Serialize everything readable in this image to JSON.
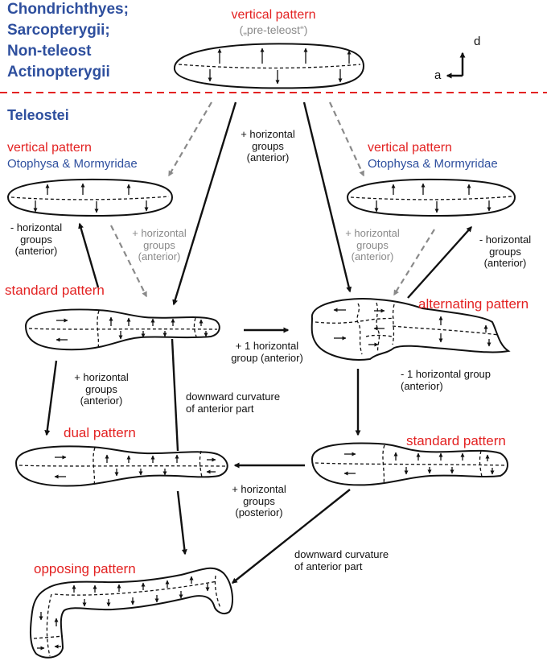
{
  "taxa_header": {
    "line1": "Chondrichthyes;",
    "line2": "Sarcopterygii;",
    "line3": "Non-teleost",
    "line4": "Actinopterygii"
  },
  "top_pattern": {
    "title": "vertical pattern",
    "subtitle": "(„pre-teleost“)"
  },
  "axes": {
    "dorsal": "d",
    "anterior": "a"
  },
  "teleostei_label": "Teleostei",
  "left_vertical": {
    "title": "vertical pattern",
    "taxa": "Otophysa & Mormyridae"
  },
  "right_vertical": {
    "title": "vertical pattern",
    "taxa": "Otophysa & Mormyridae"
  },
  "labels": {
    "plus_horizontal_anterior_center": [
      "+ horizontal",
      "groups",
      "(anterior)"
    ],
    "minus_horizontal_left": [
      "- horizontal",
      "groups",
      "(anterior)"
    ],
    "gray_plus_horizontal_left": [
      "+ horizontal",
      "groups",
      "(anterior)"
    ],
    "gray_plus_horizontal_right": [
      "+ horizontal",
      "groups",
      "(anterior)"
    ],
    "minus_horizontal_right": [
      "- horizontal",
      "groups",
      "(anterior)"
    ],
    "plus_one_horizontal": [
      "+ 1 horizontal",
      "group (anterior)"
    ],
    "minus_one_horizontal": [
      "- 1 horizontal group",
      "(anterior)"
    ],
    "plus_horizontal_dual": [
      "+ horizontal",
      "groups",
      "(anterior)"
    ],
    "downward_curvature_left": [
      "downward curvature",
      "of anterior part"
    ],
    "plus_horizontal_posterior": [
      "+ horizontal",
      "groups",
      "(posterior)"
    ],
    "downward_curvature_right": [
      "downward curvature",
      "of anterior part"
    ]
  },
  "patterns": {
    "standard_left": "standard pattern",
    "alternating": "alternating pattern",
    "dual": "dual pattern",
    "standard_right": "standard pattern",
    "opposing": "opposing pattern"
  },
  "colors": {
    "title_blue": "#2e4f9e",
    "pattern_red": "#e32222",
    "divider_red": "#e32222",
    "gray_arrow": "#8a8a8a",
    "black": "#111111"
  }
}
